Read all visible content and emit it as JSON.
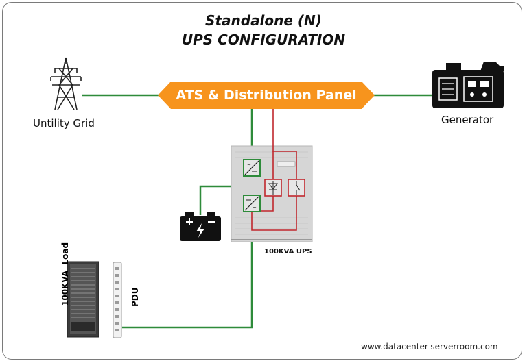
{
  "title": {
    "line1": "Standalone (N)",
    "line2": "UPS CONFIGURATION"
  },
  "panel": {
    "label": "ATS & Distribution Panel",
    "color": "#f7941d"
  },
  "nodes": {
    "utility_grid": "Untility Grid",
    "generator": "Generator",
    "ups": "100KVA UPS",
    "load": "100KVA  Load",
    "pdu": "PDU"
  },
  "footer": {
    "url": "www.datacenter-serverroom.com"
  },
  "colors": {
    "feed_line": "#2e8b3a",
    "bypass_line": "#c0272d",
    "ups_cabinet": "#d6d6d6",
    "battery": "#111111"
  }
}
